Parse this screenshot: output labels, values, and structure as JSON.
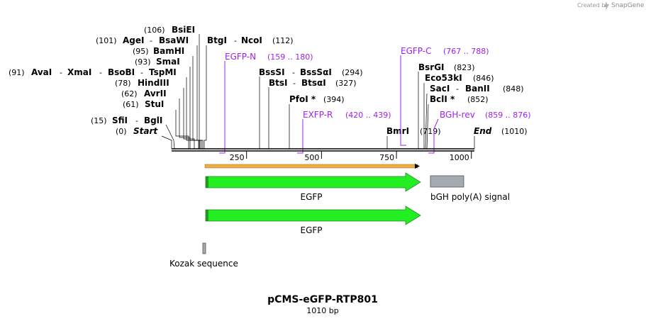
{
  "credit": {
    "text": "Created by",
    "brand": "SnapGene"
  },
  "map": {
    "name": "pCMS-eGFP-RTP801",
    "length_label": "1010 bp",
    "length": 1010,
    "ticks": [
      "250",
      "500",
      "750",
      "1000"
    ],
    "tick_values": [
      250,
      500,
      750,
      1000
    ]
  },
  "enzymes": [
    {
      "pos": "(106)",
      "names": [
        "BsiEI"
      ]
    },
    {
      "pos": "(101)",
      "names": [
        "AgeI",
        "BsaWI"
      ]
    },
    {
      "pos": "(95)",
      "names": [
        "BamHI"
      ]
    },
    {
      "pos": "(93)",
      "names": [
        "SmaI"
      ]
    },
    {
      "pos": "(91)",
      "names": [
        "AvaI",
        "XmaI",
        "BsoBI",
        "TspMI"
      ]
    },
    {
      "pos": "(78)",
      "names": [
        "HindIII"
      ]
    },
    {
      "pos": "(62)",
      "names": [
        "AvrII"
      ]
    },
    {
      "pos": "(61)",
      "names": [
        "StuI"
      ]
    },
    {
      "pos": "(15)",
      "names": [
        "SfiI",
        "BglI"
      ]
    },
    {
      "pos": "(0)",
      "names": [
        "Start"
      ]
    },
    {
      "pos": "(112)",
      "names": [
        "BtgI",
        "NcoI"
      ]
    },
    {
      "pos": "(294)",
      "names": [
        "BssSI",
        "BssSαI"
      ]
    },
    {
      "pos": "(327)",
      "names": [
        "BtsI",
        "BtsαI"
      ]
    },
    {
      "pos": "(394)",
      "names": [
        "PfoI *"
      ]
    },
    {
      "pos": "(719)",
      "names": [
        "BmrI"
      ]
    },
    {
      "pos": "(823)",
      "names": [
        "BsrGI"
      ]
    },
    {
      "pos": "(846)",
      "names": [
        "Eco53kI"
      ]
    },
    {
      "pos": "(848)",
      "names": [
        "SacI",
        "BanII"
      ]
    },
    {
      "pos": "(852)",
      "names": [
        "BclI *"
      ]
    },
    {
      "pos": "(1010)",
      "names": [
        "End"
      ]
    }
  ],
  "primers": [
    {
      "name": "EGFP-N",
      "range": "(159 .. 180)"
    },
    {
      "name": "EXFP-R",
      "range": "(420 .. 439)"
    },
    {
      "name": "EGFP-C",
      "range": "(767 .. 788)"
    },
    {
      "name": "BGH-rev",
      "range": "(859 .. 876)"
    }
  ],
  "features": [
    {
      "label": "EGFP",
      "color": "#22ee22"
    },
    {
      "label": "bGH poly(A) signal",
      "color": "#a5aab2"
    },
    {
      "label": "EGFP",
      "color": "#22ee22"
    },
    {
      "label": "Kozak sequence",
      "color": "#a5aab2"
    }
  ],
  "orf": {
    "color": "#f0b040"
  }
}
